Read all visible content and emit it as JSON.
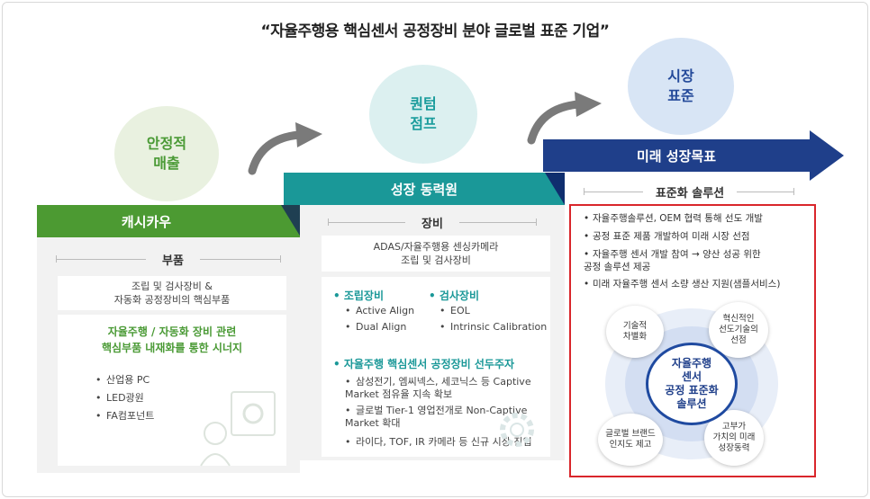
{
  "title": "“자율주행용 핵심센서 공정장비 분야 글로벌 표준 기업”",
  "circles": {
    "stable": "안정적\n매출",
    "jump": "퀀텀\n점프",
    "standard": "시장\n표준"
  },
  "bands": {
    "cash_cow": "캐시카우",
    "growth": "성장 동력원",
    "future": "미래 성장목표"
  },
  "parts": {
    "head": "부품",
    "desc": "조립 및 검사장비 &\n자동화 공정장비의 핵심부품",
    "synergy": "자율주행 / 자동화 장비 관련\n핵심부품 내재화를 통한 시너지",
    "items": [
      "산업용 PC",
      "LED광원",
      "FA컴포넌트"
    ]
  },
  "equipment": {
    "head": "장비",
    "desc": "ADAS/자율주행용 센싱카메라\n조립 및 검사장비",
    "assembly_title": "• 조립장비",
    "assembly_items": [
      "Active Align",
      "Dual Align"
    ],
    "inspection_title": "• 검사장비",
    "inspection_items": [
      "EOL",
      "Intrinsic Calibration"
    ],
    "leader_title": "• 자율주행 핵심센서 공정장비 선두주자",
    "leader_items": [
      "삼성전기, 엠씨넥스, 세코닉스 등 Captive\nMarket 점유율 지속 확보",
      "글로벌 Tier-1 영업전개로 Non-Captive\nMarket 확대",
      "라이다, TOF, IR 카메라 등 신규 시장 진입"
    ]
  },
  "solution": {
    "head": "표준화 솔루션",
    "items": [
      "자율주행솔루션, OEM 협력 통해 선도 개발",
      "공정  표준 제품 개발하여 미래 시장 선점",
      "자율주행 센서 개발 참여 → 양산 성공 위한\n공정 솔루션 제공",
      "미래 자율주행 센서 소량 생산 지원(샘플서비스)"
    ],
    "center": "자율주행\n센서\n공정 표준화\n솔루션",
    "tech_diff": "기술적\n차별화",
    "innovation": "혁신적인\n선도기술의\n선점",
    "brand": "글로벌 브랜드\n인지도 제고",
    "value": "고부가\n가치의 미래\n성장동력"
  },
  "colors": {
    "green": "#4c9a32",
    "teal": "#1a9898",
    "navy": "#1f3f8a",
    "red_border": "#d9262b"
  }
}
